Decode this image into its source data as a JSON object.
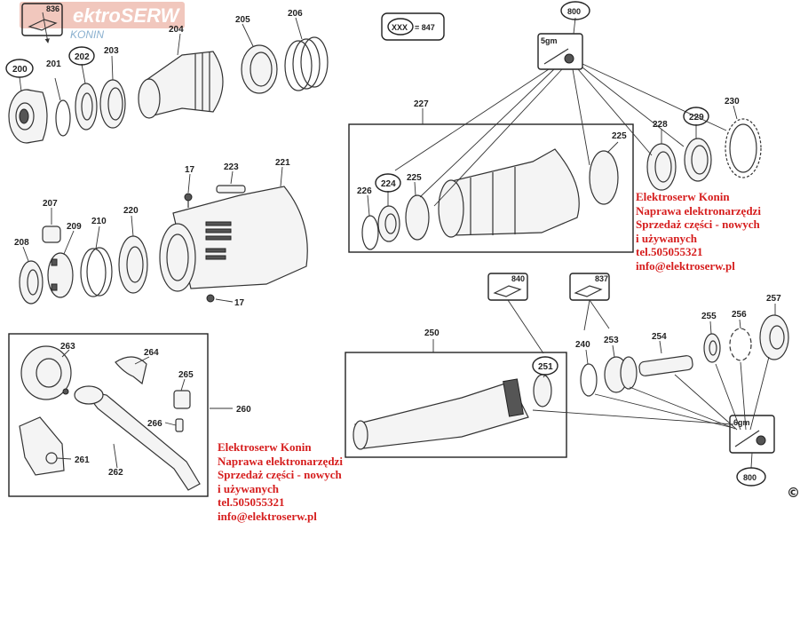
{
  "watermark": {
    "brand": "ektroSERW",
    "city": "KONIN"
  },
  "legend": {
    "code": "XXX",
    "equals": "= 847"
  },
  "copyright": "©",
  "lube": {
    "top": "5gm",
    "bottom": "6gm"
  },
  "callouts": {
    "c836": "836",
    "c840": "840",
    "c837": "837",
    "c800a": "800",
    "c800b": "800",
    "c200": "200",
    "c201": "201",
    "c202": "202",
    "c203": "203",
    "c204": "204",
    "c205": "205",
    "c206": "206",
    "c17a": "17",
    "c223": "223",
    "c221": "221",
    "c207": "207",
    "c208": "208",
    "c209": "209",
    "c210": "210",
    "c220": "220",
    "c17b": "17",
    "c227": "227",
    "c225a": "225",
    "c226": "226",
    "c224": "224",
    "c225b": "225",
    "c228": "228",
    "c229": "229",
    "c230": "230",
    "c263": "263",
    "c264": "264",
    "c265": "265",
    "c266": "266",
    "c260": "260",
    "c261": "261",
    "c262": "262",
    "c250": "250",
    "c251": "251",
    "c240": "240",
    "c253": "253",
    "c254": "254",
    "c255": "255",
    "c256": "256",
    "c257": "257"
  },
  "ads": [
    {
      "lines": [
        "Elektroserw Konin",
        "Naprawa elektronarzędzi",
        "Sprzedaż części - nowych",
        "i używanych",
        "tel.505055321",
        "info@elektroserw.pl"
      ]
    },
    {
      "lines": [
        "Elektroserw Konin",
        "Naprawa elektronarzędzi",
        "Sprzedaż części - nowych",
        "i używanych",
        "tel.505055321",
        "info@elektroserw.pl"
      ]
    }
  ]
}
